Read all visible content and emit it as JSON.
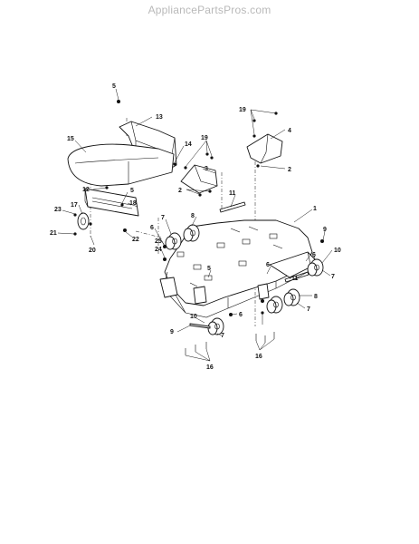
{
  "watermark": "AppliancePartsPros.com",
  "callouts": {
    "c5a": "5",
    "c13": "13",
    "c15": "15",
    "c14": "14",
    "c19a": "19",
    "c3": "3",
    "c2a": "2",
    "c12": "12",
    "c5b": "5",
    "c18": "18",
    "c11a": "11",
    "c17": "17",
    "c23": "23",
    "c21": "21",
    "c20": "20",
    "c22": "22",
    "c7a": "7",
    "c8a": "8",
    "c6a": "6",
    "c25": "25",
    "c24": "24",
    "c19b": "19",
    "c4": "4",
    "c2b": "2",
    "c1": "1",
    "c9a": "9",
    "c10a": "10",
    "c6b": "6",
    "c7b": "7",
    "c5c": "5",
    "c6c": "6",
    "c11b": "11",
    "c6d": "6",
    "c7c": "7",
    "c8b": "8",
    "c10b": "10",
    "c9b": "9",
    "c7d": "7",
    "c16a": "16",
    "c16b": "16"
  }
}
